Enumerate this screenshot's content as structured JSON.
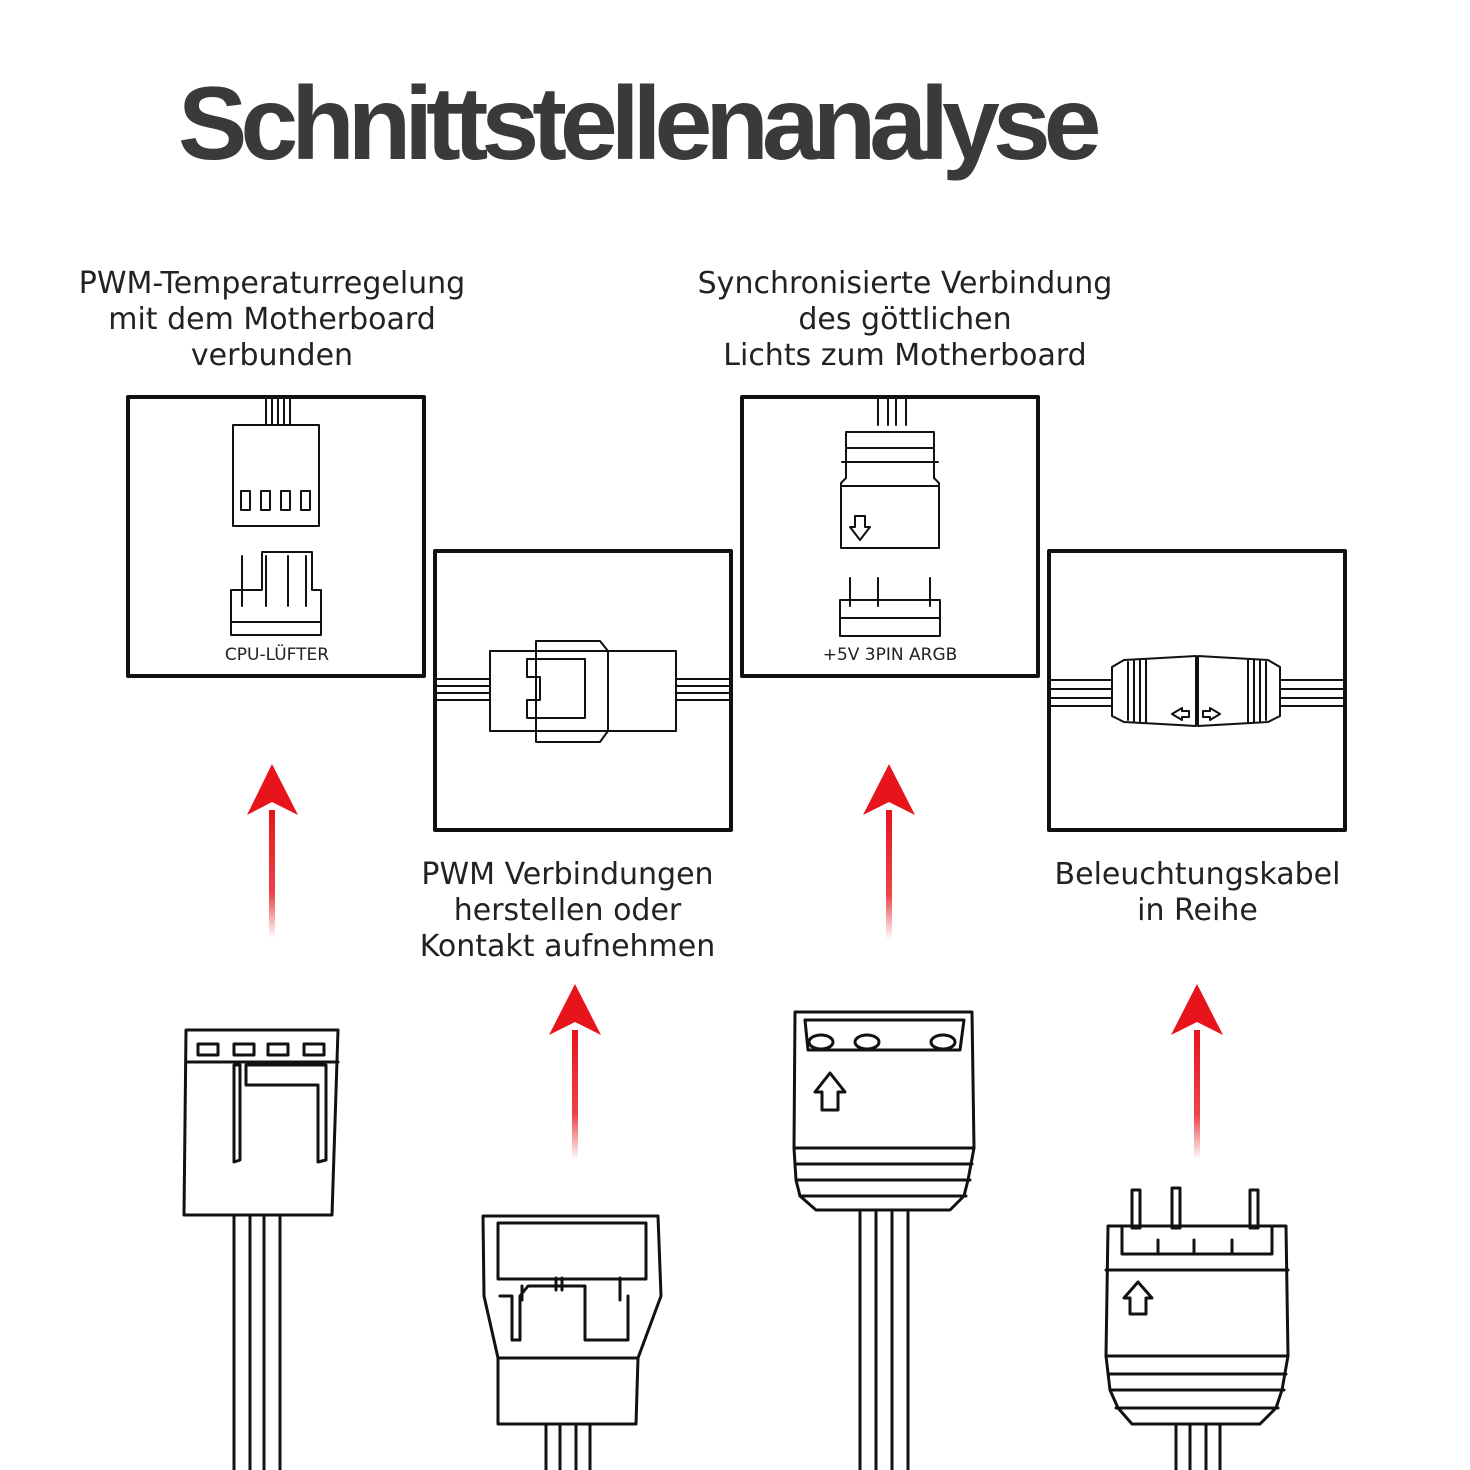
{
  "title": "Schnittstellenanalyse",
  "captions": {
    "pwm_temp": [
      "PWM-Temperaturregelung",
      "mit dem Motherboard",
      "verbunden"
    ],
    "sync": [
      "Synchronisierte Verbindung",
      "des göttlichen",
      "Lichts zum Motherboard"
    ],
    "pwm_connect": [
      "PWM Verbindungen",
      "herstellen oder",
      "Kontakt aufnehmen"
    ],
    "lighting": [
      "Beleuchtungskabel",
      "in Reihe"
    ]
  },
  "box_labels": {
    "cpu_fan": "CPU-LÜFTER",
    "argb": "+5V 3PIN ARGB"
  },
  "colors": {
    "arrow": "#e8141c",
    "line": "#111111",
    "title": "#3a3a3a"
  }
}
